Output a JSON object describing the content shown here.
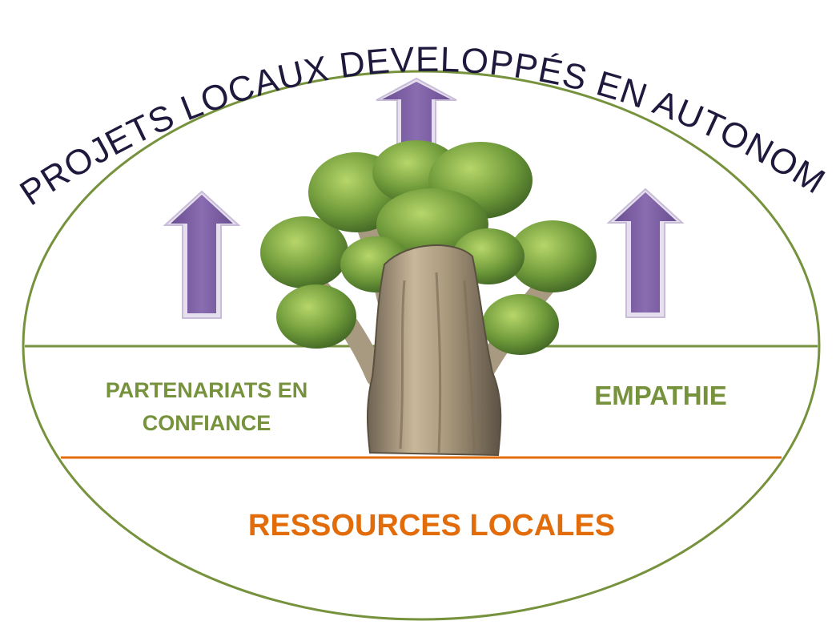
{
  "title": "PROJETS LOCAUX DEVELOPPÉS  EN AUTONOMIE",
  "layers": {
    "left_label_line1": "PARTENARIATS EN",
    "left_label_line2": "CONFIANCE",
    "right_label": "EMPATHIE",
    "bottom_label": "RESSOURCES LOCALES"
  },
  "colors": {
    "green": "#76923c",
    "orange": "#e36c0a",
    "arrow": "#8064a2",
    "title": "#1f1a3d"
  },
  "icons": {
    "arrows": "up-arrow-icon",
    "tree": "baobab-tree-icon"
  }
}
